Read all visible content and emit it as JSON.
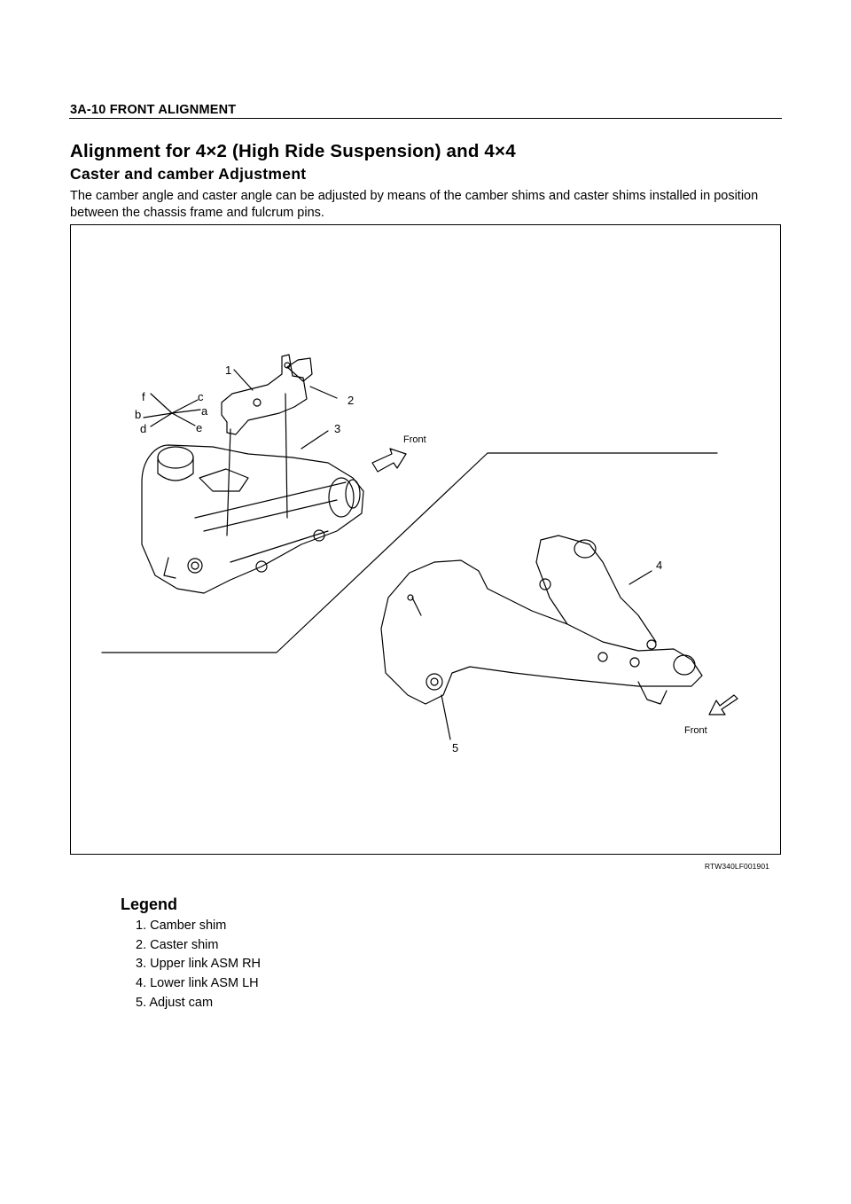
{
  "header": {
    "text": "3A-10 FRONT ALIGNMENT"
  },
  "title": "Alignment for 4×2 (High Ride Suspension) and 4×4",
  "subtitle": "Caster and camber Adjustment",
  "body": "The camber angle and caster angle can be adjusted by means of the camber shims and caster shims installed in position between the chassis frame and fulcrum pins.",
  "figure": {
    "code": "RTW340LF001901",
    "callouts": {
      "c1": "1",
      "c2": "2",
      "c3": "3",
      "c4": "4",
      "c5": "5"
    },
    "direction_letters": {
      "f": "f",
      "c": "c",
      "b": "b",
      "a": "a",
      "d": "d",
      "e": "e"
    },
    "front_labels": {
      "upper": "Front",
      "lower": "Front"
    }
  },
  "legend": {
    "title": "Legend",
    "items": [
      "1. Camber shim",
      "2. Caster shim",
      "3. Upper link ASM RH",
      "4. Lower link ASM LH",
      "5. Adjust cam"
    ]
  }
}
